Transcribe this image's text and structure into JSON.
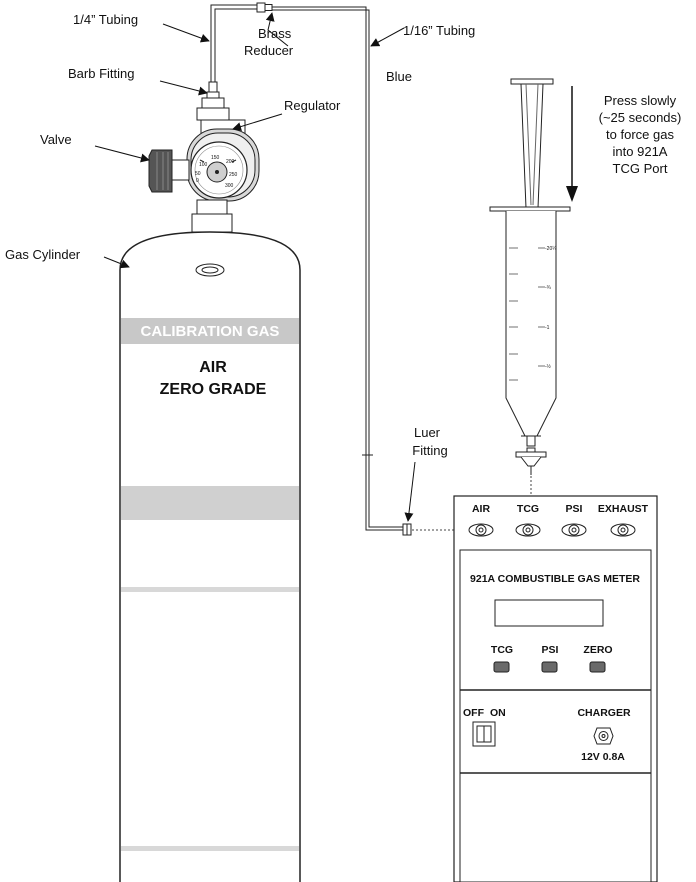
{
  "labels": {
    "tubing_quarter": "1/4” Tubing",
    "brass_reducer_line1": "Brass",
    "brass_reducer_line2": "Reducer",
    "tubing_sixteenth": "1/16”  Tubing",
    "blue": "Blue",
    "barb_fitting": "Barb Fitting",
    "regulator": "Regulator",
    "valve": "Valve",
    "gas_cylinder": "Gas Cylinder",
    "luer_fitting_line1": "Luer",
    "luer_fitting_line2": "Fitting",
    "press_note": [
      "Press slowly",
      "(~25 seconds)",
      "to force gas",
      "into 921A",
      "TCG Port"
    ]
  },
  "cylinder": {
    "band_text": "CALIBRATION GAS",
    "gas_line1": "AIR",
    "gas_line2": "ZERO GRADE"
  },
  "gauge": {
    "scale": [
      "0",
      "50",
      "100",
      "150",
      "200",
      "250",
      "300"
    ]
  },
  "syringe": {
    "scale_right": [
      "-20¼",
      "-¾",
      "-1",
      "-½"
    ]
  },
  "meter": {
    "ports": [
      "AIR",
      "TCG",
      "PSI",
      "EXHAUST"
    ],
    "title": "921A COMBUSTIBLE GAS METER",
    "buttons": [
      "TCG",
      "PSI",
      "ZERO"
    ],
    "switch_off": "OFF",
    "switch_on": "ON",
    "charger": "CHARGER",
    "charger_spec": "12V 0.8A"
  },
  "colors": {
    "band": "#c8c8c8",
    "gauge_face": "#cfcfcf",
    "valve_knob": "#555555",
    "outline": "#222222"
  }
}
